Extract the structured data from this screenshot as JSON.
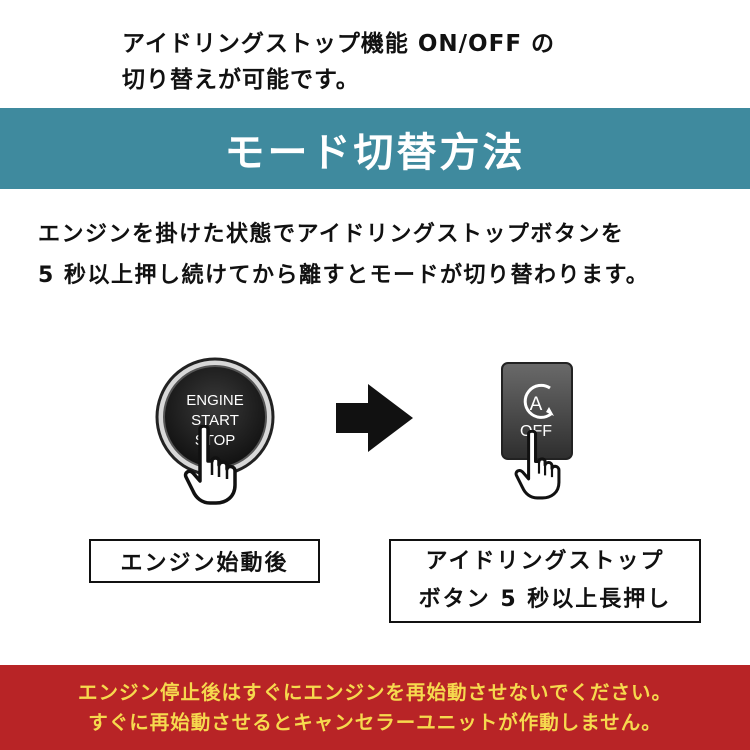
{
  "intro": {
    "line1": "アイドリングストップ機能 ON/OFF の",
    "line2": "切り替えが可能です。"
  },
  "banner": {
    "title": "モード切替方法"
  },
  "instruction": {
    "line1": "エンジンを掛けた状態でアイドリングストップボタンを",
    "line2": "5 秒以上押し続けてから離すとモードが切り替わります。"
  },
  "figure": {
    "engine_button": {
      "line1": "ENGINE",
      "line2": "START",
      "line3": "STOP"
    },
    "idle_button": {
      "symbol": "A",
      "label": "OFF"
    }
  },
  "labels": {
    "left": "エンジン始動後",
    "right_line1": "アイドリングストップ",
    "right_line2": "ボタン 5 秒以上長押し"
  },
  "warning": {
    "line1": "エンジン停止後はすぐにエンジンを再始動させないでください。",
    "line2": "すぐに再始動させるとキャンセラーユニットが作動しません。"
  },
  "colors": {
    "banner_bg": "#3f8a9e",
    "warning_bg": "#b82426",
    "warning_text": "#f6d94e"
  }
}
